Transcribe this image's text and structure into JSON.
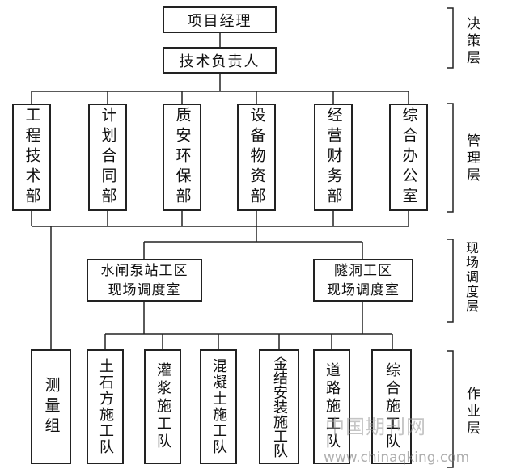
{
  "top": {
    "manager": "项目经理",
    "tech_lead": "技术负责人"
  },
  "departments": [
    "工程技术部",
    "计划合同部",
    "质安环保部",
    "设备物资部",
    "经营财务部",
    "综合办公室"
  ],
  "zones": [
    {
      "line1": "水闸泵站工区",
      "line2": "现场调度室"
    },
    {
      "line1": "隧洞工区",
      "line2": "现场调度室"
    }
  ],
  "survey": "测量组",
  "teams": [
    "土石方施工队",
    "灌浆施工队",
    "混凝土施工队",
    "金结安装施工队",
    "道路施工队",
    "综合施工队"
  ],
  "layers": [
    "决策层",
    "管理层",
    "现场调度层",
    "作业层"
  ],
  "watermark": {
    "cn": "中国期刊网",
    "url": "www.chinaqking.com"
  }
}
